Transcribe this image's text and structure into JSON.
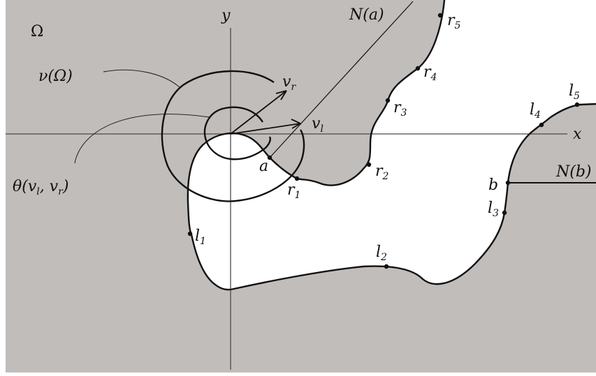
{
  "diagram": {
    "colors": {
      "domain_fill": "#c1bdbb",
      "hole_fill": "#ffffff",
      "axis": "#4a4a4a",
      "curve": "#111111"
    },
    "labels": {
      "omega": "Ω",
      "x": "x",
      "y": "y",
      "nu": "ν(Ω)",
      "theta": "θ(v",
      "theta_l": "l",
      "theta_mid": ", v",
      "theta_r": "r",
      "theta_close": ")",
      "Na": "N(a)",
      "Nb": "N(b)",
      "vr_base": "v",
      "vr_sub": "r",
      "vl_base": "v",
      "vl_sub": "l",
      "a": "a",
      "b": "b",
      "r1_base": "r",
      "r1_sub": "1",
      "r2_base": "r",
      "r2_sub": "2",
      "r3_base": "r",
      "r3_sub": "3",
      "r4_base": "r",
      "r4_sub": "4",
      "r5_base": "r",
      "r5_sub": "5",
      "l1_base": "l",
      "l1_sub": "1",
      "l2_base": "l",
      "l2_sub": "2",
      "l3_base": "l",
      "l3_sub": "3",
      "l4_base": "l",
      "l4_sub": "4",
      "l5_base": "l",
      "l5_sub": "5"
    }
  }
}
